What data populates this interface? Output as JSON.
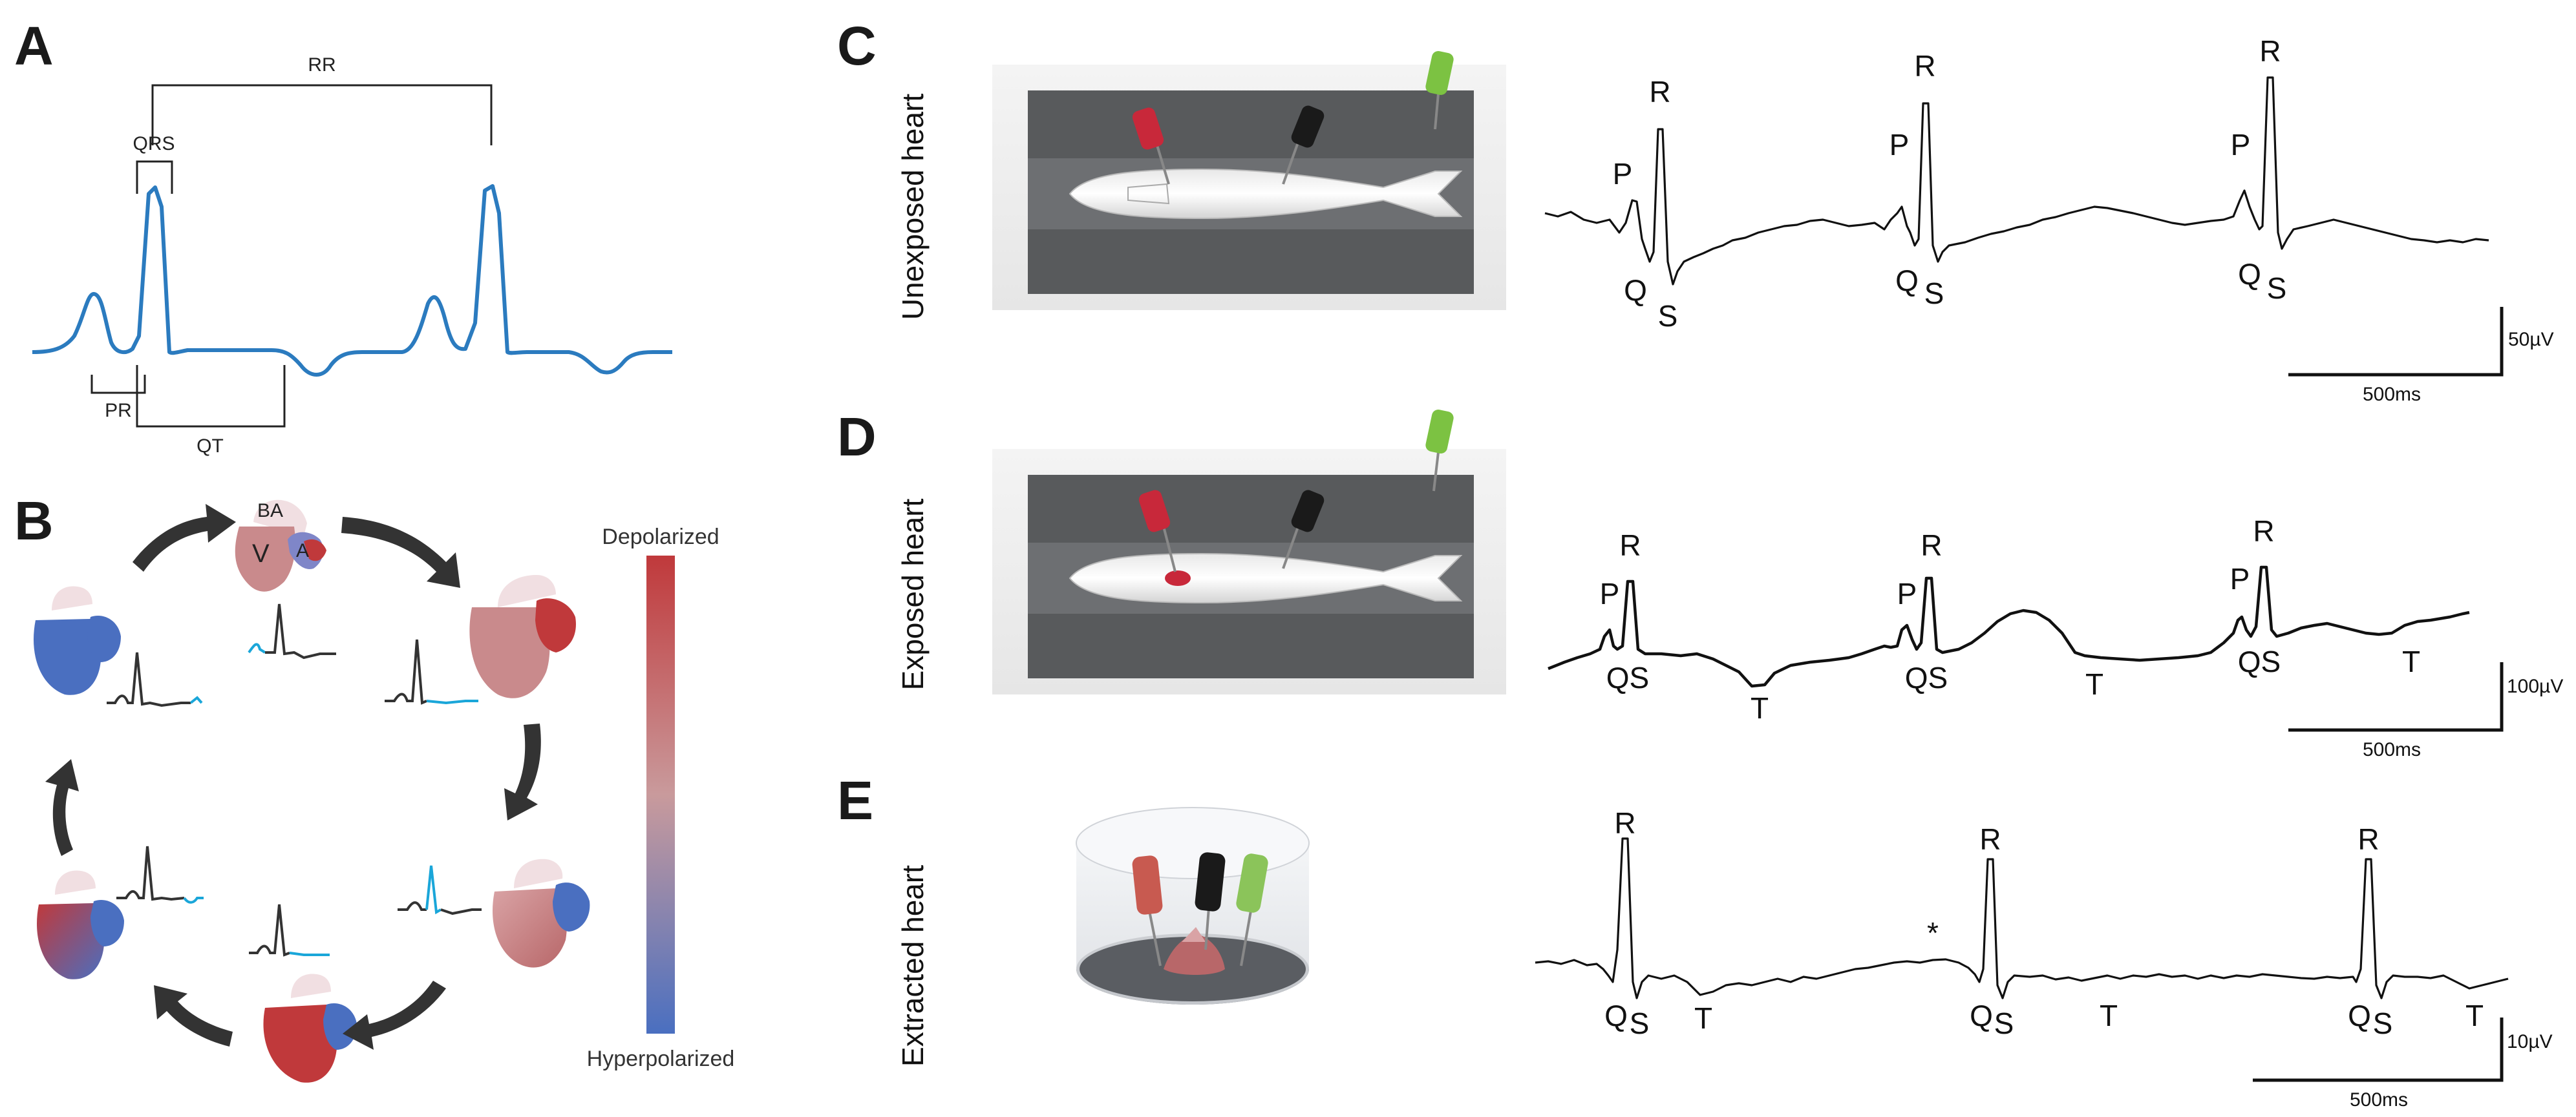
{
  "panels": {
    "a": {
      "letter": "A",
      "intervals": {
        "rr": "RR",
        "qrs": "QRS",
        "pr": "PR",
        "qt": "QT"
      }
    },
    "b": {
      "letter": "B",
      "chambers": {
        "ba": "BA",
        "v": "V",
        "a": "A"
      },
      "colorbar": {
        "top": "Depolarized",
        "bottom": "Hyperpolarized",
        "color_top": "#c0393b",
        "color_mid": "#c99a9c",
        "color_bottom": "#4a6fc0"
      }
    },
    "c": {
      "letter": "C",
      "row_label": "Unexposed heart",
      "waves": {
        "p": "P",
        "r": "R",
        "q": "Q",
        "s": "S"
      },
      "scale": {
        "voltage": "50µV",
        "time": "500ms"
      }
    },
    "d": {
      "letter": "D",
      "row_label": "Exposed heart",
      "waves": {
        "p": "P",
        "r": "R",
        "qs": "QS",
        "t": "T"
      },
      "scale": {
        "voltage": "100µV",
        "time": "500ms"
      }
    },
    "e": {
      "letter": "E",
      "row_label": "Extracted heart",
      "waves": {
        "r": "R",
        "q": "Q",
        "s": "S",
        "t": "T"
      },
      "artifact_mark": "*",
      "scale": {
        "voltage": "10µV",
        "time": "500ms"
      }
    }
  },
  "colors": {
    "ecg_line": "#2b7bbf",
    "trace_line": "#111111",
    "electrode_red": "#c8283a",
    "electrode_black": "#1a1a1a",
    "electrode_green": "#7cc242",
    "highlight_cyan": "#1aa6d9"
  }
}
